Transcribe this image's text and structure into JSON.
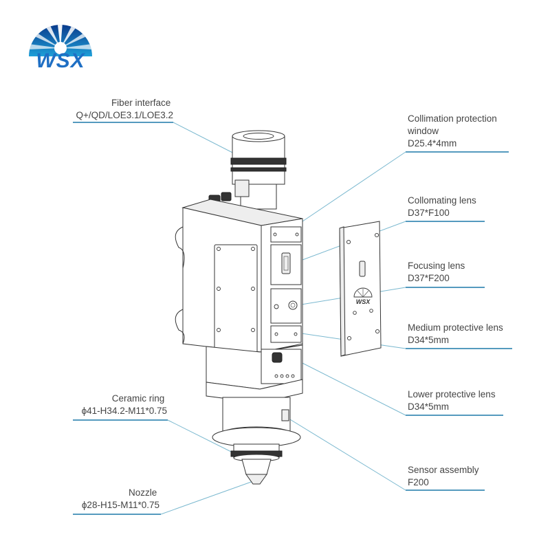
{
  "logo": {
    "text": "WSX",
    "colors": {
      "sky_top": "#0a3b8c",
      "sky_bottom": "#1e9fd8",
      "burst": "#ffffff",
      "letters": "#1f6fc4"
    }
  },
  "callouts": [
    {
      "id": "fiber-interface",
      "lines": [
        "Fiber interface",
        "Q+/QD/LOE3.1/LOE3.2"
      ]
    },
    {
      "id": "collimation-protection-window",
      "lines": [
        "Collimation protection",
        "window",
        "D25.4*4mm"
      ]
    },
    {
      "id": "collomating-lens",
      "lines": [
        "Collomating lens",
        "D37*F100"
      ]
    },
    {
      "id": "focusing-lens",
      "lines": [
        "Focusing lens",
        "D37*F200"
      ]
    },
    {
      "id": "medium-protective-lens",
      "lines": [
        "Medium protective lens",
        "D34*5mm"
      ]
    },
    {
      "id": "ceramic-ring",
      "lines": [
        "Ceramic ring",
        "ϕ41-H34.2-M11*0.75"
      ]
    },
    {
      "id": "lower-protective-lens",
      "lines": [
        "Lower protective lens",
        "D34*5mm"
      ]
    },
    {
      "id": "sensor-assembly",
      "lines": [
        "Sensor assembly",
        "F200"
      ]
    },
    {
      "id": "nozzle",
      "lines": [
        "Nozzle",
        "ϕ28-H15-M11*0.75"
      ]
    }
  ],
  "colors": {
    "leader_line": "#7ab8cf",
    "underline": "#1c78a8",
    "label_text": "#444444"
  }
}
